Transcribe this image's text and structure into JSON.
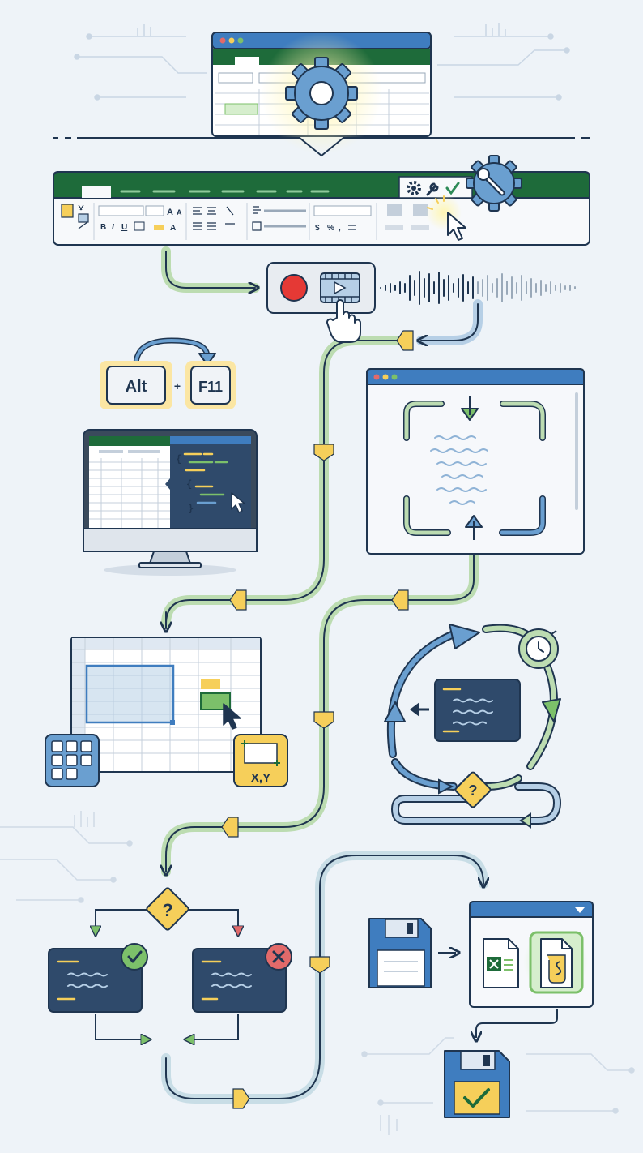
{
  "colors": {
    "navy": "#1f3550",
    "excel_green": "#1e6b3a",
    "path_green": "#bcdcb1",
    "path_blue": "#b6cfe6",
    "arrow_yellow": "#f6cf5a",
    "accent_blue": "#3f7dbf",
    "accent_green": "#7cc06a",
    "record_red": "#e53935",
    "error_red": "#e26a6a",
    "gear_blue": "#6a9fd0",
    "code_panel": "#2f4a6b",
    "background": "#eef3f8"
  },
  "shortcut": {
    "key1": "Alt",
    "plus": "+",
    "key2": "F11"
  },
  "ribbon": {
    "font_size_label": "A",
    "bold": "B",
    "italic": "I",
    "underline": "U",
    "currency": "$",
    "percent": "%",
    "comma": ","
  },
  "braces": {
    "open": "{",
    "close": "}"
  },
  "coordinates_badge": "X,Y",
  "decision_mark": "?",
  "icons": [
    "gear-icon",
    "wrench-icon",
    "check-icon",
    "record-icon",
    "play-icon",
    "hand-cursor-icon",
    "cursor-icon",
    "grid-icon",
    "clock-icon",
    "save-icon",
    "excel-file-icon",
    "macro-file-icon",
    "success-icon",
    "error-icon",
    "dropdown-icon"
  ]
}
